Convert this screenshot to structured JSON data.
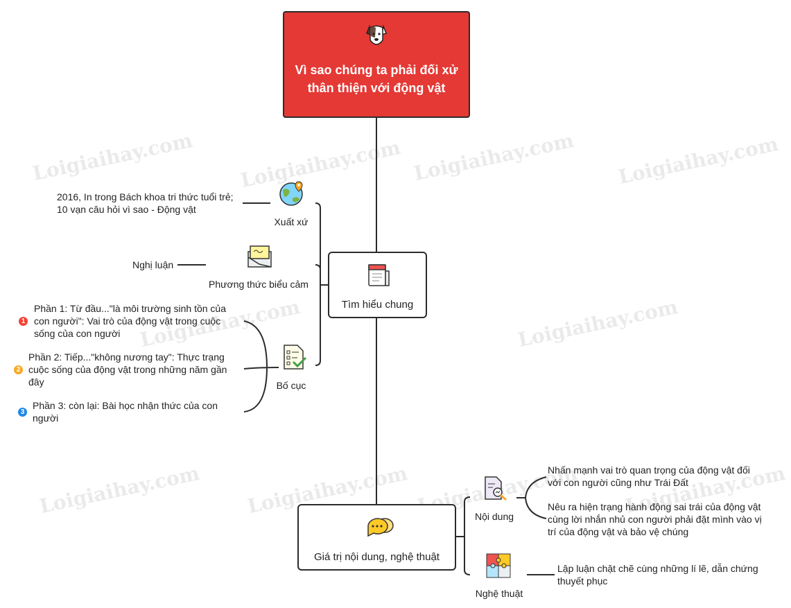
{
  "watermark": "Loigiaihay.com",
  "root": {
    "title": "Vì sao chúng ta phải đối xử thân thiện với động vật",
    "icon": "dog-icon",
    "color": "#e53935"
  },
  "branches": [
    {
      "label": "Tìm hiểu chung",
      "icon": "newspaper-icon",
      "children": [
        {
          "label": "Xuất xứ",
          "icon": "globe-pin-icon",
          "items": [
            "2016, In trong Bách khoa tri thức tuổi trẻ; 10 vạn câu hỏi vì sao - Động vật"
          ]
        },
        {
          "label": "Phương thức biểu cảm",
          "icon": "envelope-letter-icon",
          "items": [
            "Nghị luận"
          ]
        },
        {
          "label": "Bố cục",
          "icon": "checklist-icon",
          "items": [
            {
              "marker": "1",
              "color": "#f44336",
              "text": "Phần 1: Từ đầu...\"là môi trường sinh tồn của con người\": Vai trò của động vật trong cuộc sống của con người"
            },
            {
              "marker": "2",
              "color": "#f9a825",
              "text": "Phần 2: Tiếp...\"không nương tay\": Thực trạng cuộc sống của động vật trong những năm gần đây"
            },
            {
              "marker": "3",
              "color": "#1e88e5",
              "text": "Phần 3: còn lại: Bài học nhận thức của con người"
            }
          ]
        }
      ]
    },
    {
      "label": "Giá trị nội dung, nghệ thuật",
      "icon": "chat-bubbles-icon",
      "children": [
        {
          "label": "Nội dung",
          "icon": "document-search-icon",
          "items": [
            "Nhấn mạnh vai trò quan trọng của động vật đối với con người cũng như Trái Đất",
            "Nêu ra hiện trạng hành động sai trái của động vật cùng lời nhắn nhủ con người phải đặt mình vào vị trí của động vật và bảo vệ chúng"
          ]
        },
        {
          "label": "Nghệ thuật",
          "icon": "puzzle-icon",
          "items": [
            "Lập luận chặt chẽ cùng những lí lẽ, dẫn chứng thuyết phục"
          ]
        }
      ]
    }
  ]
}
